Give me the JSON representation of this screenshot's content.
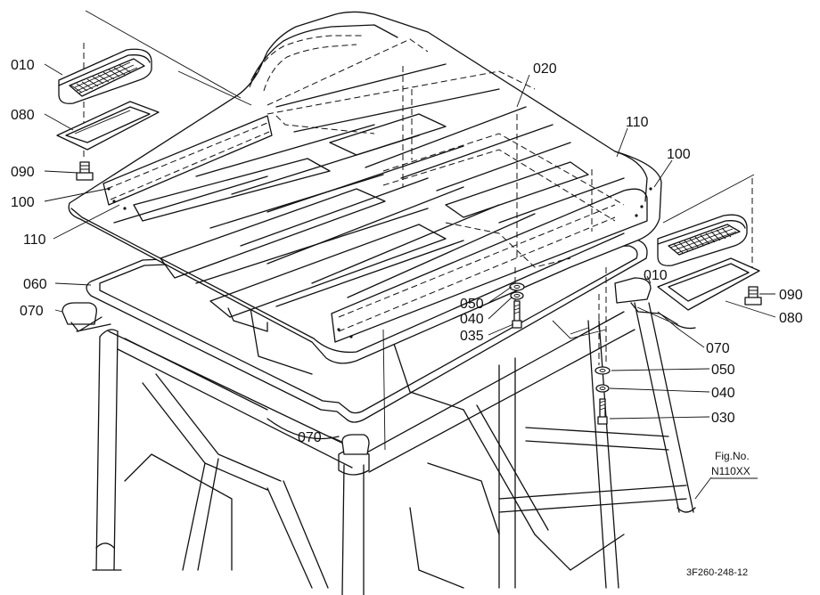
{
  "callouts": {
    "c010_left": "010",
    "c080_left": "080",
    "c090_left": "090",
    "c100_left": "100",
    "c110_left": "110",
    "c060": "060",
    "c070_left": "070",
    "c020": "020",
    "c110_right": "110",
    "c100_right": "100",
    "c010_right": "010",
    "c090_right": "090",
    "c080_right": "080",
    "c050_upper": "050",
    "c040_upper": "040",
    "c035": "035",
    "c070_right": "070",
    "c050_lower": "050",
    "c040_lower": "040",
    "c030": "030",
    "c070_bottom": "070"
  },
  "figure_ref": {
    "label": "Fig.No.",
    "number": "N110XX"
  },
  "drawing_code": "3F260-248-12",
  "colors": {
    "ink": "#111111",
    "paper": "#ffffff"
  }
}
